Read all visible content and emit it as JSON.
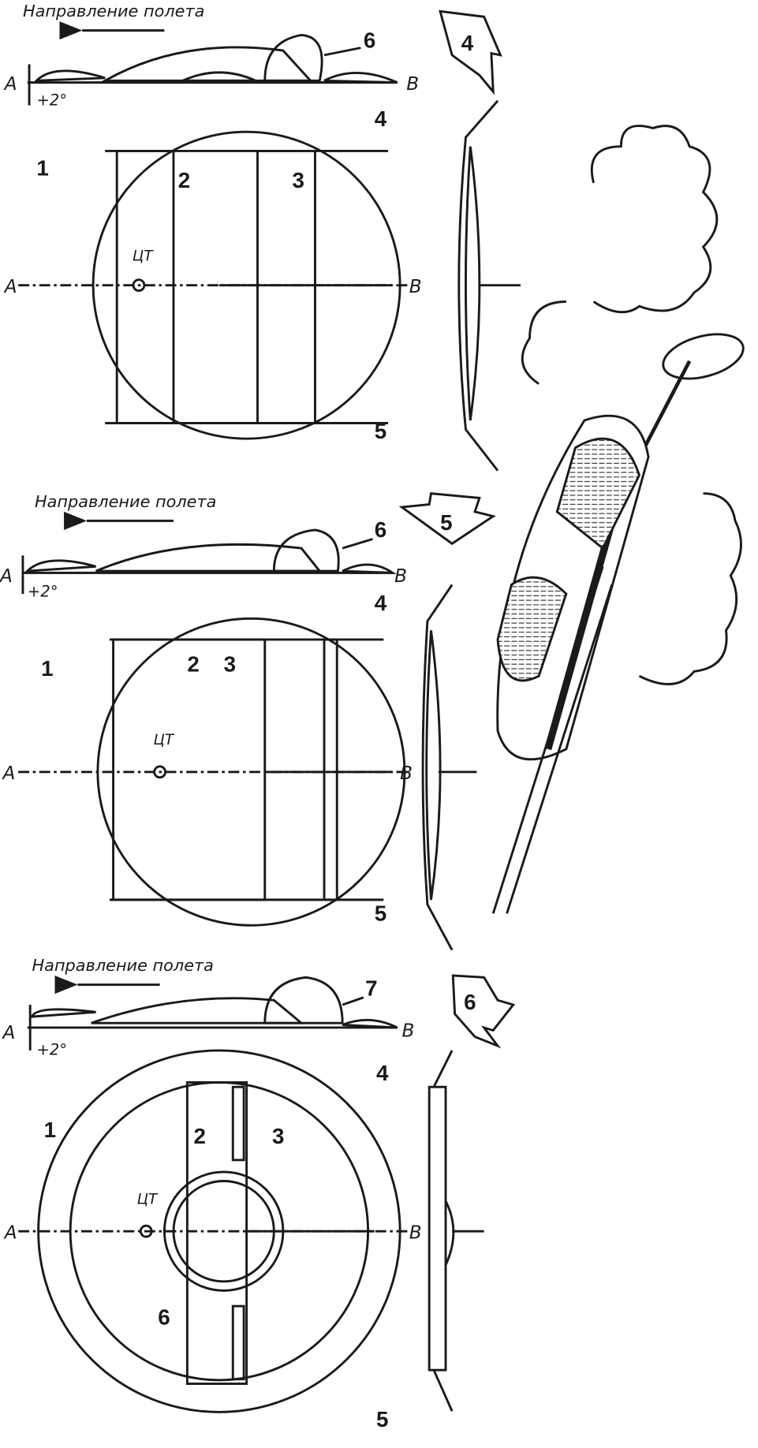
{
  "figures": [
    {
      "number": "4",
      "direction_label": "Направление полета",
      "angle": "+2°",
      "point_a": "A",
      "point_b": "B",
      "cg_label": "ЦТ",
      "parts": [
        "1",
        "2",
        "3",
        "4",
        "5",
        "6"
      ]
    },
    {
      "number": "5",
      "direction_label": "Направление полета",
      "angle": "+2°",
      "point_a": "A",
      "point_b": "B",
      "cg_label": "ЦТ",
      "parts": [
        "1",
        "2",
        "3",
        "4",
        "5",
        "6"
      ]
    },
    {
      "number": "6",
      "direction_label": "Направление полета",
      "angle": "+2°",
      "point_a": "A",
      "point_b": "B",
      "cg_label": "ЦТ",
      "parts": [
        "1",
        "2",
        "3",
        "4",
        "5",
        "6",
        "7"
      ]
    }
  ],
  "colors": {
    "ink": "#1a1a1a",
    "paper": "#ffffff"
  }
}
